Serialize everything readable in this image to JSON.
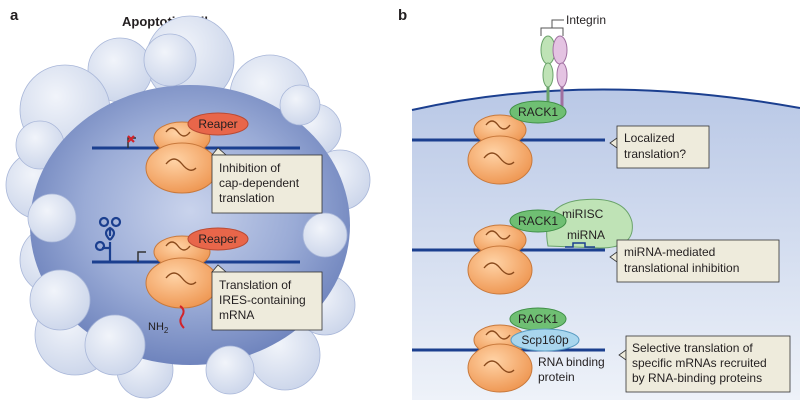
{
  "panel_a": {
    "letter": "a",
    "title": "Apoptotic cell",
    "reaper_top": "Reaper",
    "reaper_bottom": "Reaper",
    "callout_top": [
      "Inhibition of",
      "cap-dependent",
      "translation"
    ],
    "callout_bottom": [
      "Translation of",
      "IRES-containing",
      "mRNA"
    ],
    "nh2_main": "NH",
    "nh2_sub": "2"
  },
  "panel_b": {
    "letter": "b",
    "integrin": "Integrin",
    "rack1_1": "RACK1",
    "rack1_2": "RACK1",
    "rack1_3": "RACK1",
    "mirisc": "miRISC",
    "mirna": "miRNA",
    "scp160p": "Scp160p",
    "rna_binding_protein": [
      "RNA binding",
      "protein"
    ],
    "callout_1": [
      "Localized",
      "translation?"
    ],
    "callout_2": [
      "miRNA-mediated",
      "translational inhibition"
    ],
    "callout_3": [
      "Selective translation of",
      "specific mRNAs recruited",
      "by RNA-binding proteins"
    ]
  },
  "colors": {
    "cell_fill": "#7f93c7",
    "bleb_fill": "#dde4f2",
    "ribosome": "#f6a86b",
    "reaper": "#e8664a",
    "rack1": "#6fbf73",
    "mirisc": "#bfe3b6",
    "scp160p": "#a9d6ee",
    "mrna": "#1b3f8f",
    "callout_bg": "#eeebdc"
  }
}
